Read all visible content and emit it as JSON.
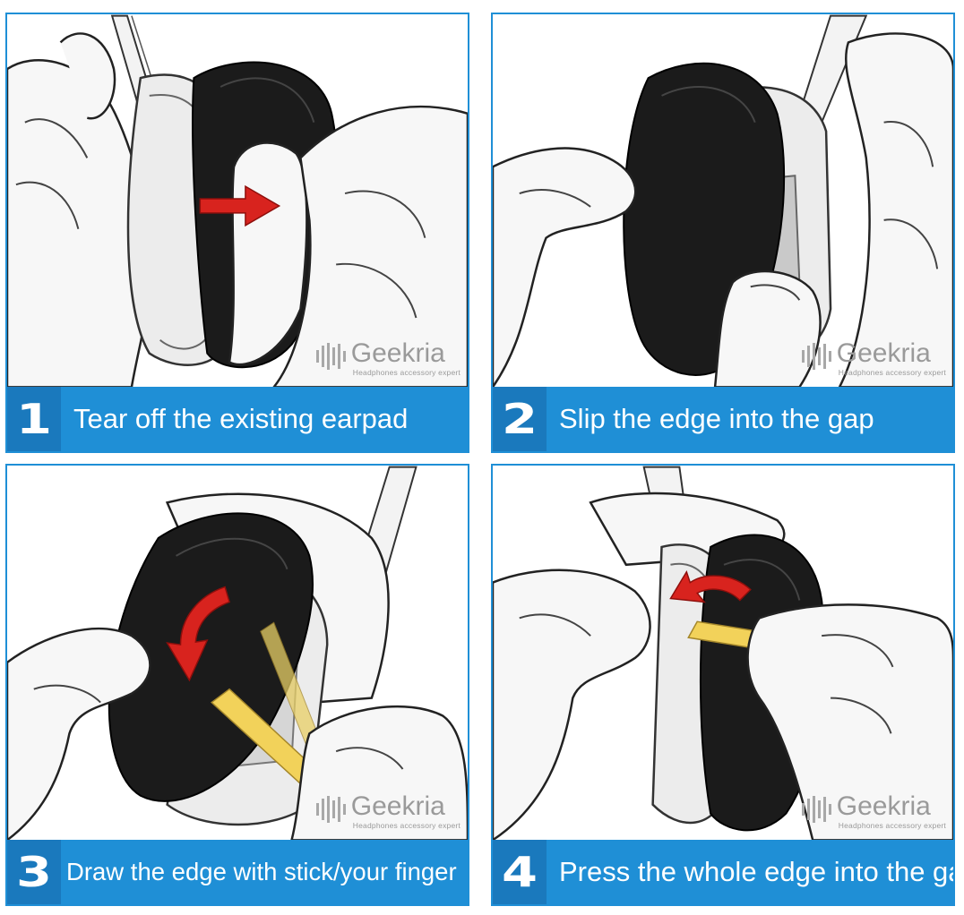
{
  "steps": [
    {
      "number": "1",
      "caption": "Tear off the existing earpad"
    },
    {
      "number": "2",
      "caption": "Slip the edge into the gap"
    },
    {
      "number": "3",
      "caption": "Draw the edge with stick/your finger"
    },
    {
      "number": "4",
      "caption": "Press the whole edge into the gap"
    }
  ],
  "watermark": {
    "brand": "Geekria",
    "tagline": "Headphones accessory expert"
  },
  "colors": {
    "caption_bar": "#1f8fd6",
    "number_box": "#1a79bd",
    "border": "#1f8fd6",
    "arrow": "#d8231e",
    "tool": "#f2d25a"
  }
}
